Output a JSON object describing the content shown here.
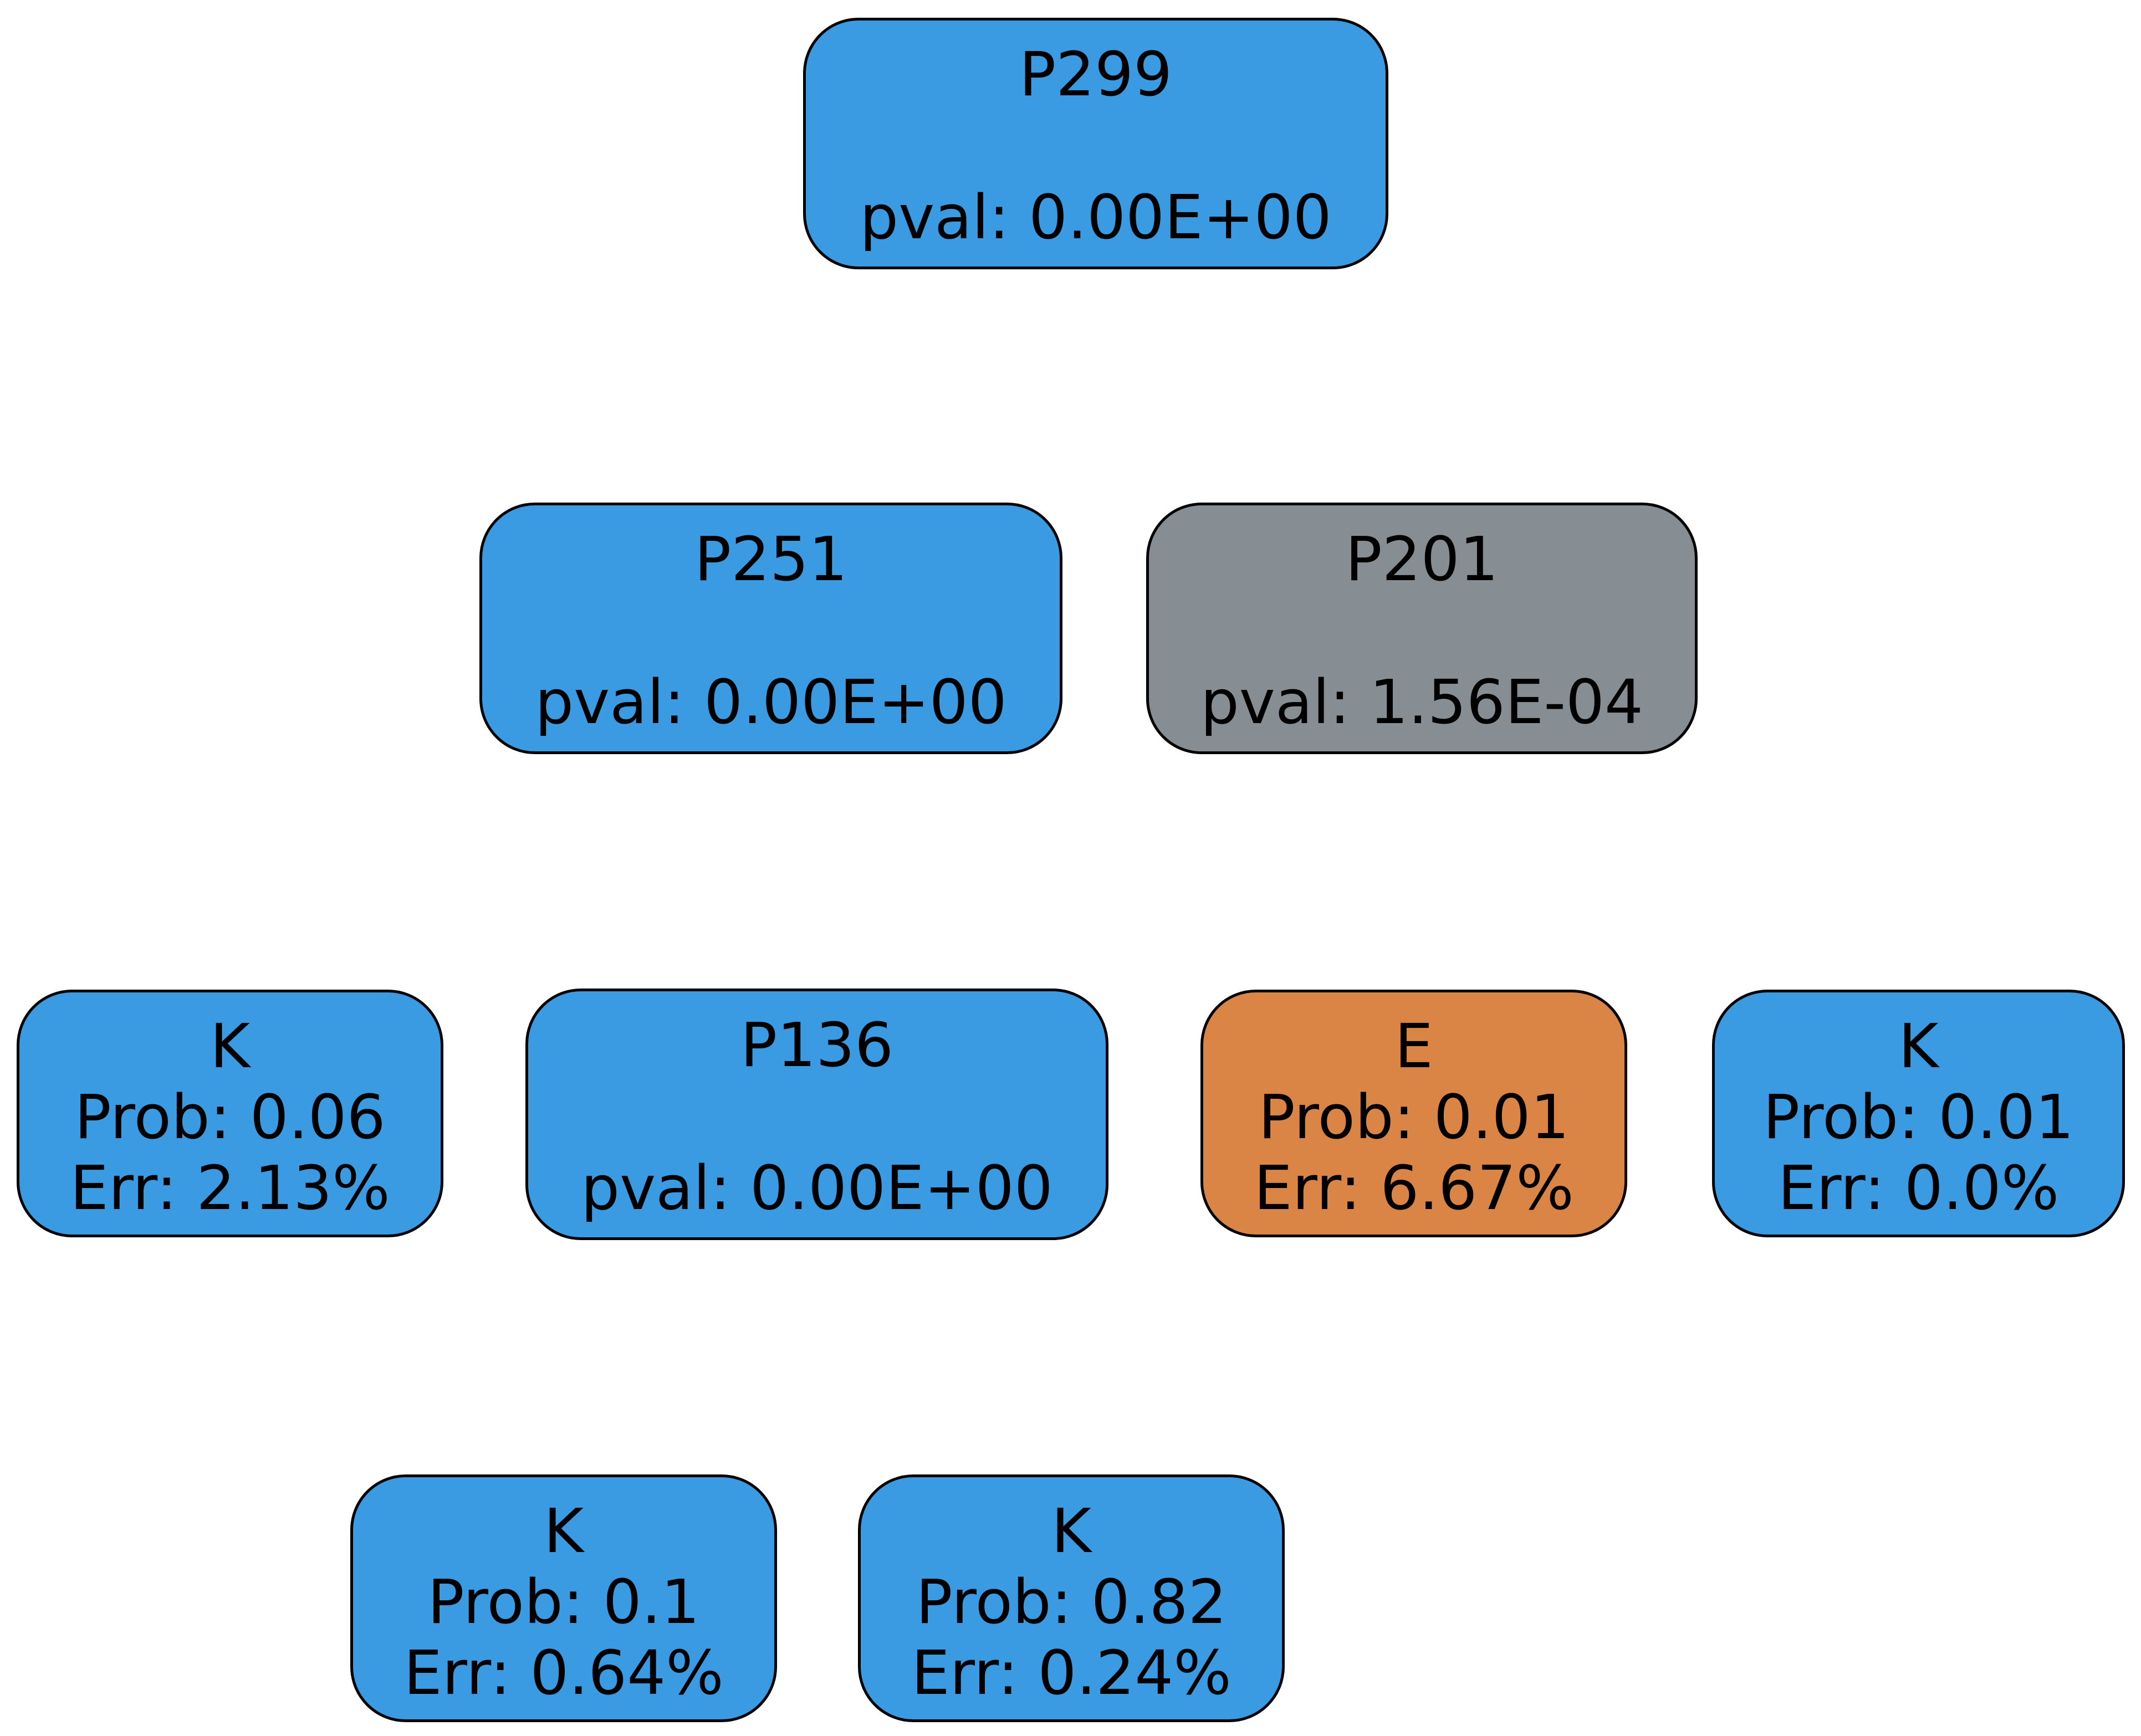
{
  "colors": {
    "blue": "#3b9be2",
    "gray": "#868e93",
    "orange": "#da8445",
    "border": "#000000",
    "text": "#000000"
  },
  "nodes": {
    "p299": {
      "title": "P299",
      "detail": "pval: 0.00E+00",
      "color": "blue"
    },
    "p251": {
      "title": "P251",
      "detail": "pval: 0.00E+00",
      "color": "blue"
    },
    "p201": {
      "title": "P201",
      "detail": "pval: 1.56E-04",
      "color": "gray"
    },
    "p136": {
      "title": "P136",
      "detail": "pval: 0.00E+00",
      "color": "blue"
    },
    "k1": {
      "title": "K",
      "prob": "Prob: 0.06",
      "err": "Err: 2.13%",
      "color": "blue"
    },
    "e": {
      "title": "E",
      "prob": "Prob: 0.01",
      "err": "Err: 6.67%",
      "color": "orange"
    },
    "k2": {
      "title": "K",
      "prob": "Prob: 0.01",
      "err": "Err: 0.0%",
      "color": "blue"
    },
    "k3": {
      "title": "K",
      "prob": "Prob: 0.1",
      "err": "Err: 0.64%",
      "color": "blue"
    },
    "k4": {
      "title": "K",
      "prob": "Prob: 0.82",
      "err": "Err: 0.24%",
      "color": "blue"
    }
  }
}
